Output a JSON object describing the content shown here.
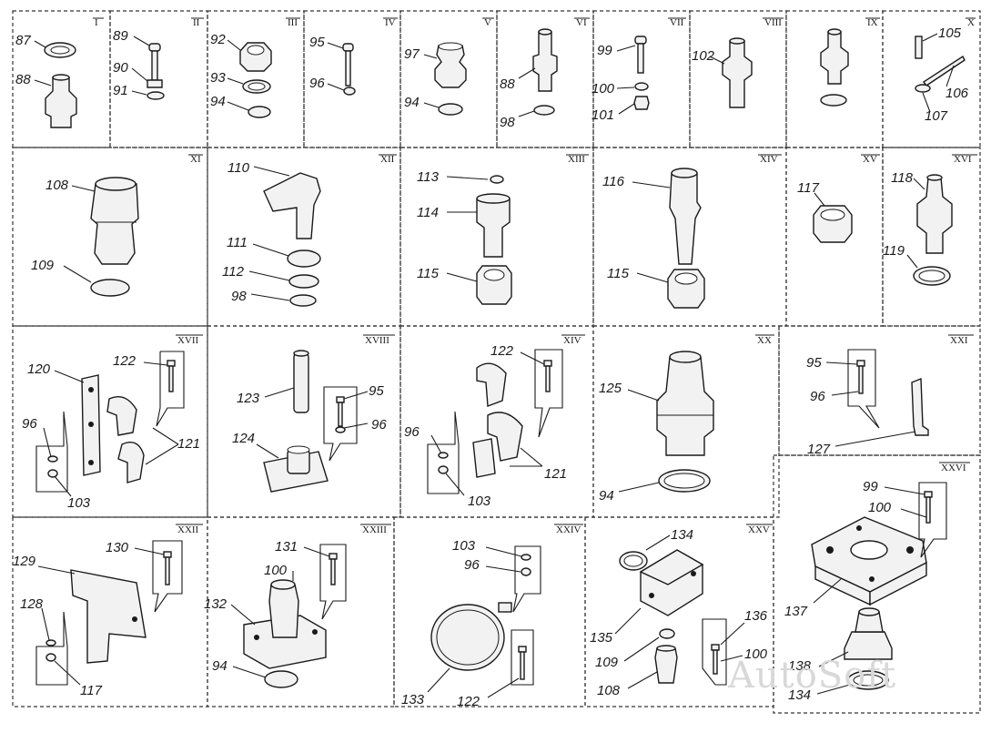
{
  "watermark": "AutoSoft",
  "panels": [
    {
      "id": "I",
      "roman": "I",
      "labels": [
        "87",
        "88"
      ]
    },
    {
      "id": "II",
      "roman": "II",
      "labels": [
        "89",
        "90",
        "91"
      ]
    },
    {
      "id": "III",
      "roman": "III",
      "labels": [
        "92",
        "93",
        "94"
      ]
    },
    {
      "id": "IV",
      "roman": "IV",
      "labels": [
        "95",
        "96"
      ]
    },
    {
      "id": "V",
      "roman": "V",
      "labels": [
        "97",
        "94"
      ]
    },
    {
      "id": "VI",
      "roman": "VI",
      "labels": [
        "88",
        "98"
      ]
    },
    {
      "id": "VII",
      "roman": "VII",
      "labels": [
        "99",
        "100",
        "101"
      ]
    },
    {
      "id": "VIII",
      "roman": "VIII",
      "labels": [
        "102"
      ]
    },
    {
      "id": "IX",
      "roman": "IX",
      "labels": []
    },
    {
      "id": "X",
      "roman": "X",
      "labels": [
        "105",
        "106",
        "107"
      ]
    },
    {
      "id": "XI",
      "roman": "XI",
      "labels": [
        "108",
        "109"
      ]
    },
    {
      "id": "XII",
      "roman": "XII",
      "labels": [
        "110",
        "111",
        "112",
        "98"
      ]
    },
    {
      "id": "XIII",
      "roman": "XIII",
      "labels": [
        "113",
        "114",
        "115"
      ]
    },
    {
      "id": "XIV",
      "roman": "XIV",
      "labels": [
        "116",
        "115"
      ]
    },
    {
      "id": "XV",
      "roman": "XV",
      "labels": [
        "117"
      ]
    },
    {
      "id": "XVI",
      "roman": "XVI",
      "labels": [
        "118",
        "119"
      ]
    },
    {
      "id": "XVII",
      "roman": "XVII",
      "labels": [
        "120",
        "122",
        "96",
        "121",
        "103"
      ]
    },
    {
      "id": "XVIII",
      "roman": "XVIII",
      "labels": [
        "123",
        "95",
        "96",
        "124"
      ]
    },
    {
      "id": "XIV-b",
      "roman": "XIV",
      "labels": [
        "122",
        "96",
        "121",
        "103"
      ]
    },
    {
      "id": "XX",
      "roman": "XX",
      "labels": [
        "125",
        "94"
      ]
    },
    {
      "id": "XXI",
      "roman": "XXI",
      "labels": [
        "95",
        "96",
        "127"
      ]
    },
    {
      "id": "XXII",
      "roman": "XXII",
      "labels": [
        "130",
        "129",
        "128",
        "117"
      ]
    },
    {
      "id": "XXIII",
      "roman": "XXIII",
      "labels": [
        "131",
        "100",
        "132",
        "94"
      ]
    },
    {
      "id": "XXIV",
      "roman": "XXIV",
      "labels": [
        "103",
        "96",
        "133",
        "122"
      ]
    },
    {
      "id": "XXV",
      "roman": "XXV",
      "labels": [
        "134",
        "135",
        "109",
        "136",
        "100",
        "108"
      ]
    },
    {
      "id": "XXVI",
      "roman": "XXVI",
      "labels": [
        "99",
        "100",
        "137",
        "138",
        "134"
      ]
    }
  ]
}
